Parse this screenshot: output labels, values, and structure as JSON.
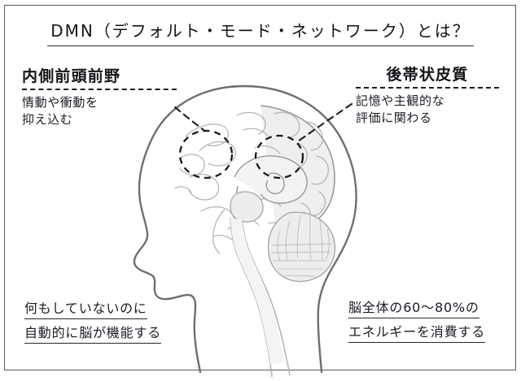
{
  "figure": {
    "title": "DMN（デフォルト・モード・ネットワーク）とは？",
    "illustration_name": "human-head-sagittal-brain-diagram",
    "colors": {
      "frame": "#5a5a5a",
      "text": "#1b1b24",
      "outline": "#6b6b6b",
      "brain_fill": "#efefef",
      "marker": "#1d1d1d"
    }
  },
  "callouts": {
    "left": {
      "heading": "内側前頭前野",
      "body_line1": "情動や衝動を",
      "body_line2": "抑え込む"
    },
    "right": {
      "heading": "後帯状皮質",
      "body_line1": "記憶や主観的な",
      "body_line2": "評価に関わる"
    }
  },
  "notes": {
    "left": {
      "line1": "何もしていないのに",
      "line2": "自動的に脳が機能する"
    },
    "right": {
      "line1": "脳全体の60〜80%の",
      "line2": "エネルギーを消費する"
    }
  }
}
